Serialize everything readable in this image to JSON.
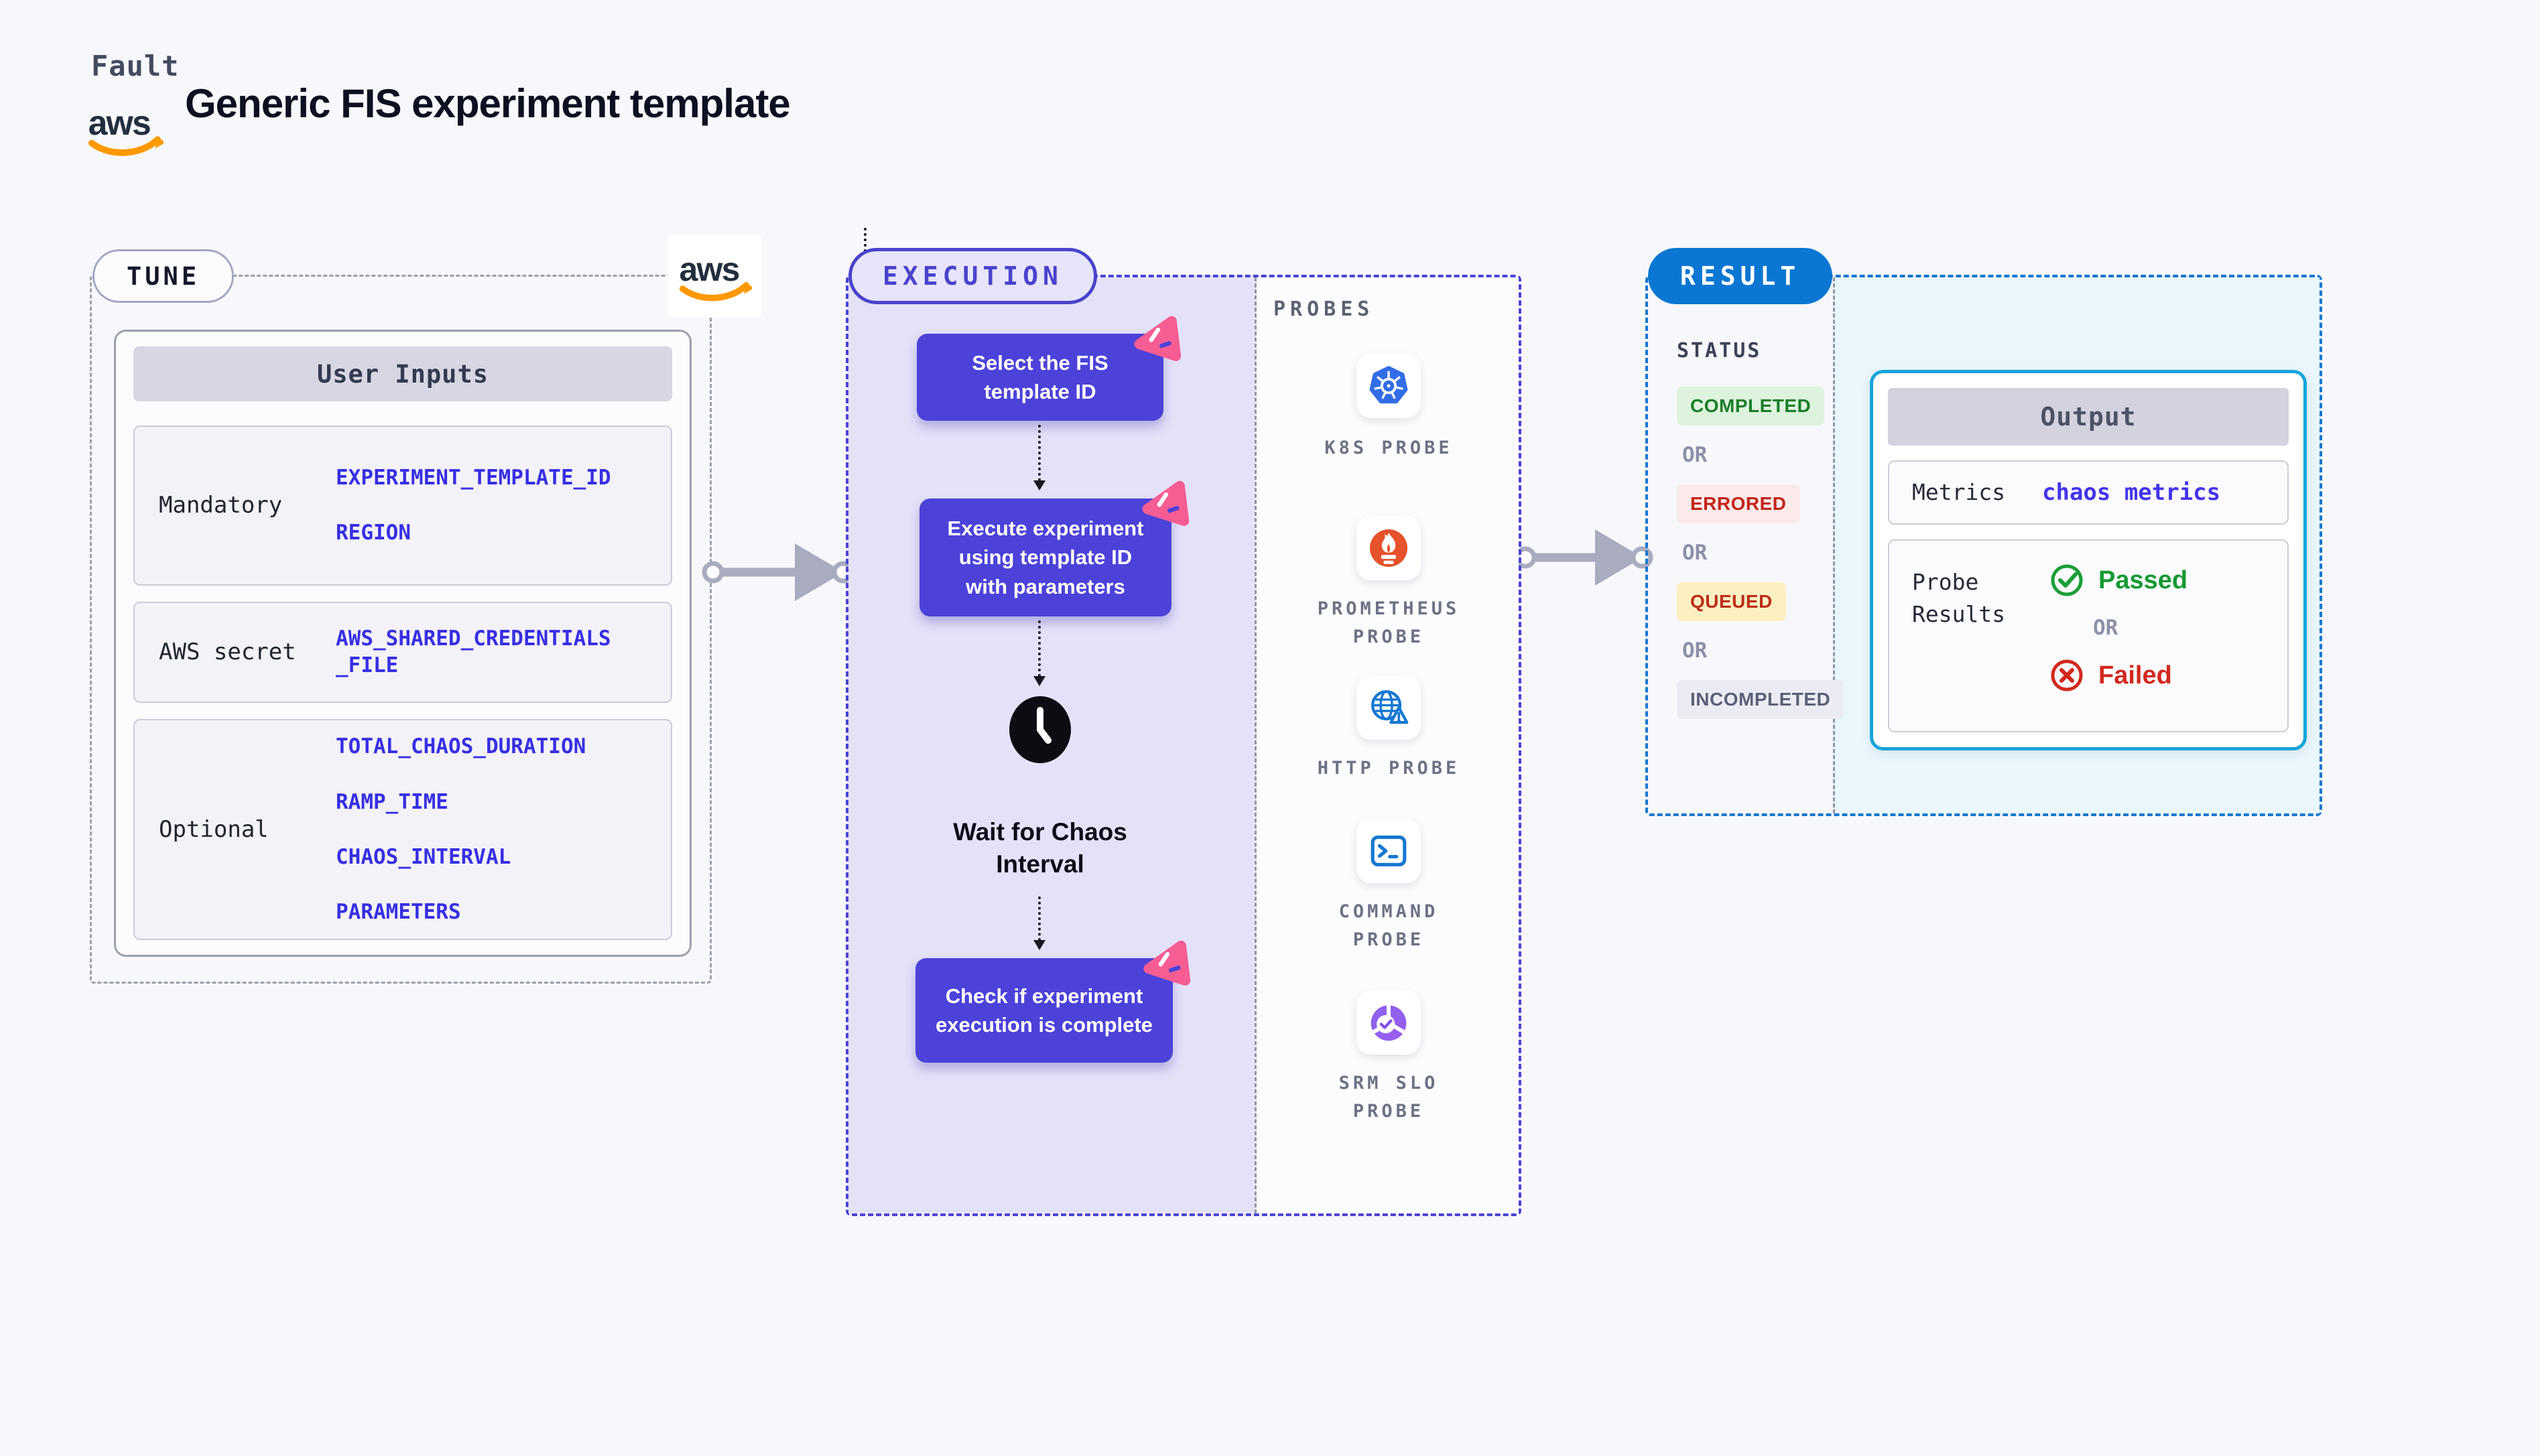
{
  "header": {
    "eyebrow": "Fault",
    "title": "Generic FIS experiment template",
    "aws_logo_text": "aws"
  },
  "tune": {
    "label": "TUNE",
    "table": {
      "header": "User Inputs",
      "rows": [
        {
          "label": "Mandatory",
          "values": [
            "EXPERIMENT_TEMPLATE_ID",
            "REGION"
          ]
        },
        {
          "label": "AWS secret",
          "values": [
            "AWS_SHARED_CREDENTIALS\n_FILE"
          ]
        },
        {
          "label": "Optional",
          "values": [
            "TOTAL_CHAOS_DURATION",
            "RAMP_TIME",
            "CHAOS_INTERVAL",
            "PARAMETERS"
          ]
        }
      ]
    }
  },
  "execution": {
    "label": "EXECUTION",
    "nodes": [
      "Select the FIS\ntemplate ID",
      "Execute experiment\nusing template ID\nwith parameters",
      "Check if experiment\nexecution is complete"
    ],
    "wait_label": "Wait for Chaos\nInterval"
  },
  "probes": {
    "label": "PROBES",
    "items": [
      {
        "name": "K8S PROBE",
        "icon": "kubernetes-icon"
      },
      {
        "name": "PROMETHEUS\nPROBE",
        "icon": "prometheus-icon"
      },
      {
        "name": "HTTP PROBE",
        "icon": "http-globe-icon"
      },
      {
        "name": "COMMAND\nPROBE",
        "icon": "terminal-icon"
      },
      {
        "name": "SRM SLO\nPROBE",
        "icon": "slo-donut-icon"
      }
    ]
  },
  "result": {
    "label": "RESULT",
    "or": "OR",
    "status": {
      "label": "STATUS",
      "badges": [
        {
          "text": "COMPLETED",
          "bg": "#def3dd",
          "color": "#1b7e29"
        },
        {
          "text": "ERRORED",
          "bg": "#faeae9",
          "color": "#c3231a"
        },
        {
          "text": "QUEUED",
          "bg": "#fcf0c0",
          "color": "#bb2c1b"
        },
        {
          "text": "INCOMPLETED",
          "bg": "#ebecf3",
          "color": "#5b6077"
        }
      ]
    },
    "output": {
      "header": "Output",
      "metrics_label": "Metrics",
      "metrics_value": "chaos metrics",
      "probe_results_label": "Probe\nResults",
      "passed": "Passed",
      "failed": "Failed"
    }
  },
  "colors": {
    "node_indigo": "#4c42d9",
    "execution_accent": "#4b42cc",
    "execution_panel": "#e4e2f9",
    "result_blue": "#0b77d2",
    "result_panel_cyan": "#e9f6fb",
    "output_border_cyan": "#18a4db",
    "value_blue": "#382ee2",
    "passed_green": "#169a33",
    "failed_red": "#d2281e",
    "aws_orange": "#ff9900",
    "flask_pink": "#f65d92"
  }
}
